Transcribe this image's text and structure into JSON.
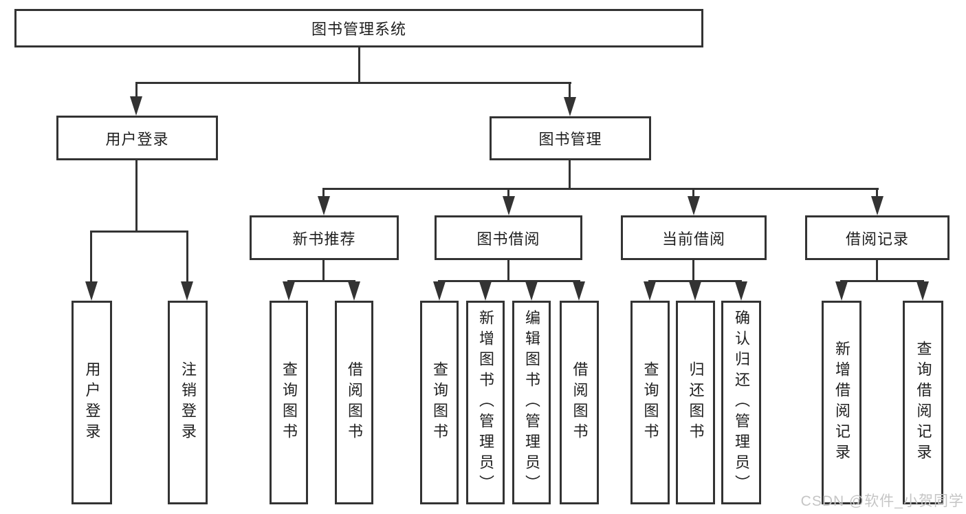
{
  "diagram": {
    "title": "图书管理系统",
    "nodes": {
      "root": "图书管理系统",
      "user_login": "用户登录",
      "book_management": "图书管理",
      "new_book_recommend": "新书推荐",
      "book_borrowing": "图书借阅",
      "current_borrowing": "当前借阅",
      "borrowing_records": "借阅记录",
      "leaf_user_login": "用户登录",
      "leaf_logout": "注销登录",
      "leaf_nb_query_books": "查询图书",
      "leaf_nb_borrow_books": "借阅图书",
      "leaf_bb_query_books": "查询图书",
      "leaf_bb_add_books": "新增图书（管理员）",
      "leaf_bb_edit_books": "编辑图书（管理员）",
      "leaf_bb_borrow_books": "借阅图书",
      "leaf_cb_query_books": "查询图书",
      "leaf_cb_return_books": "归还图书",
      "leaf_cb_confirm_return": "确认归还（管理员）",
      "leaf_br_add_record": "新增借阅记录",
      "leaf_br_query_record": "查询借阅记录"
    },
    "watermark": "CSDN @软件_小贺同学",
    "colors": {
      "line": "#333333",
      "text": "#1f1f1f",
      "watermark": "#c5c5c5",
      "background": "#ffffff"
    }
  }
}
